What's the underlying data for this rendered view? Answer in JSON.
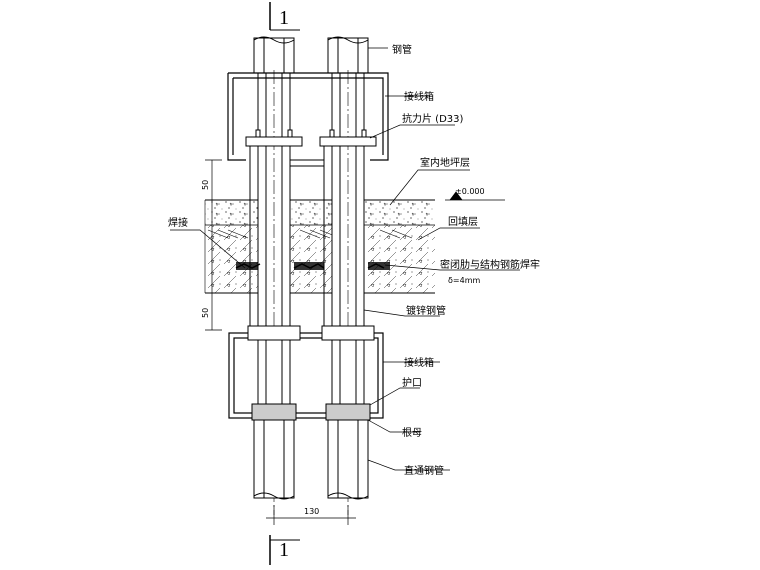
{
  "section_marks": {
    "top": "1",
    "bottom": "1"
  },
  "labels": {
    "steel_pipe": "钢管",
    "junction_box_top": "接线箱",
    "anchor_plate": "抗力片 (D33)",
    "indoor_floor": "室内地坪层",
    "elevation": "±0.000",
    "backfill": "回填层",
    "weld": "焊接",
    "seal_rib": "密闭肋与结构钢筋焊牢",
    "thickness": "δ=4mm",
    "galvanized_pipe": "镀锌钢管",
    "junction_box_bottom": "接线箱",
    "guard": "护口",
    "root_nut": "根母",
    "through_pipe": "直通钢管"
  },
  "dimensions": {
    "upper_50": "50",
    "lower_50": "50",
    "spacing_130": "130"
  },
  "colors": {
    "line": "#000000",
    "hatch": "#000000"
  }
}
